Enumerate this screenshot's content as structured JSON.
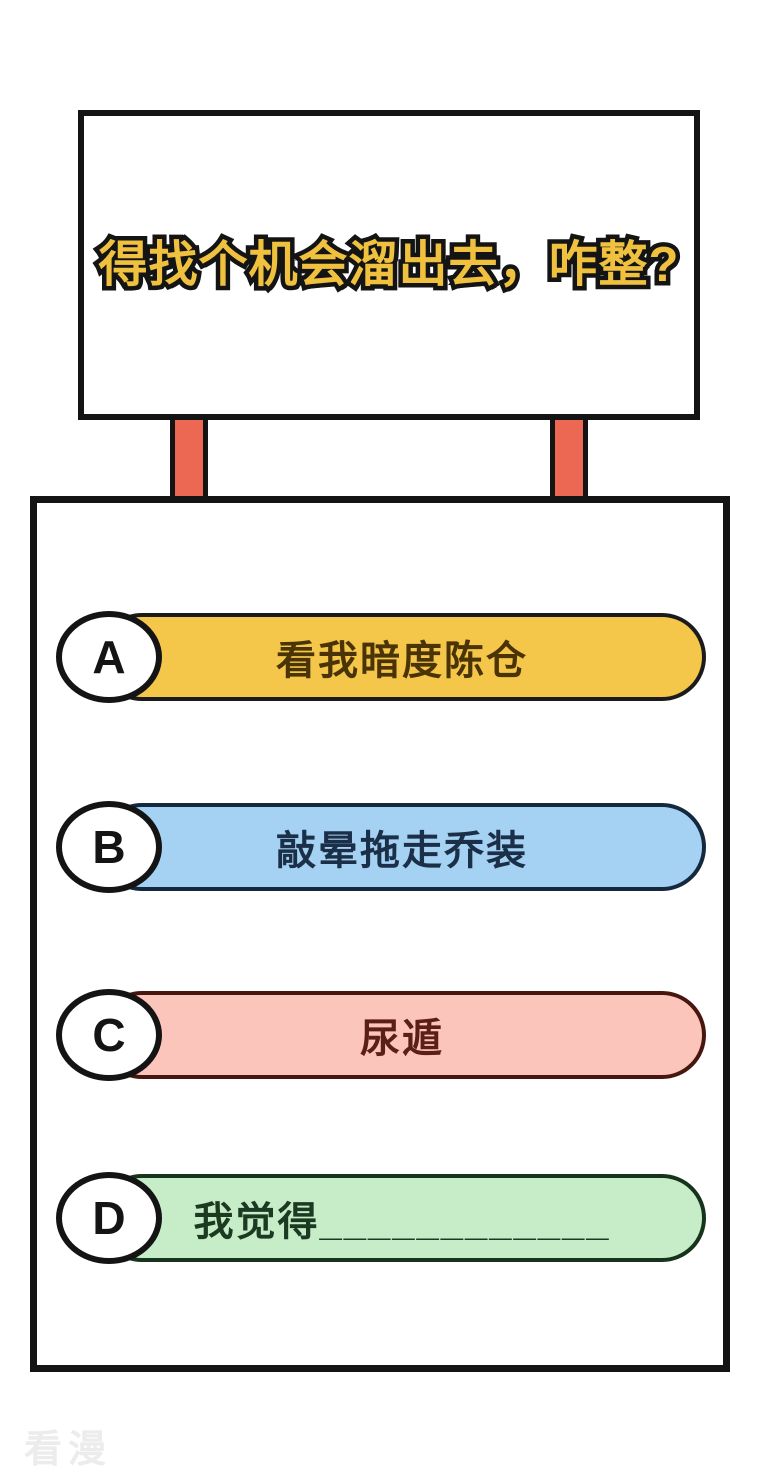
{
  "question_sign": {
    "title": "得找个机会溜出去，咋整?",
    "title_color": "#EFC13E",
    "outline_color": "#141414"
  },
  "options": [
    {
      "letter": "A",
      "label": "看我暗度陈仓",
      "fill": "#F4C64A",
      "border": "#1b1b1b",
      "text_color": "#4a3406"
    },
    {
      "letter": "B",
      "label": "敲晕拖走乔装",
      "fill": "#A5D2F3",
      "border": "#14283e",
      "text_color": "#1b3048"
    },
    {
      "letter": "C",
      "label": "尿遁",
      "fill": "#FCC5BC",
      "border": "#47170f",
      "text_color": "#5a1f16"
    },
    {
      "letter": "D",
      "label": "我觉得____________",
      "fill": "#C7ECC8",
      "border": "#16331c",
      "text_color": "#1c3a22"
    }
  ],
  "colors": {
    "post": "#ED6853",
    "outline": "#141414",
    "background": "#ffffff"
  },
  "watermark": "看漫"
}
